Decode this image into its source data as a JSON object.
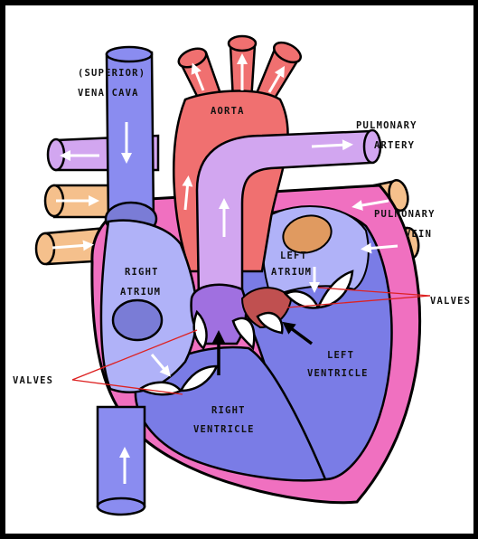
{
  "colors": {
    "background": "#ffffff",
    "frame": "#000000",
    "aorta": "#f07070",
    "pulmonary_artery": "#d2a6f0",
    "pulmonary_vein": "#f5c08c",
    "vena_cava": "#8a8cf0",
    "right_atrium": "#b0b2f8",
    "ventricle": "#7a7ce6",
    "pericardium": "#f070c0",
    "valve": "#a070e0",
    "label_line": "#dd2222"
  },
  "labels": {
    "superior": "(SUPERIOR)",
    "vena_cava": "VENA CAVA",
    "aorta": "AORTA",
    "pulmonary_artery_1": "PULMONARY",
    "pulmonary_artery_2": "ARTERY",
    "pulmonary_vein_1": "PULMONARY",
    "pulmonary_vein_2": "VEIN",
    "left_atrium_1": "LEFT",
    "left_atrium_2": "ATRIUM",
    "right_atrium_1": "RIGHT",
    "right_atrium_2": "ATRIUM",
    "valves_right": "VALVES",
    "valves_left": "VALVES",
    "left_ventricle_1": "LEFT",
    "left_ventricle_2": "VENTRICLE",
    "right_ventricle_1": "RIGHT",
    "right_ventricle_2": "VENTRICLE"
  }
}
